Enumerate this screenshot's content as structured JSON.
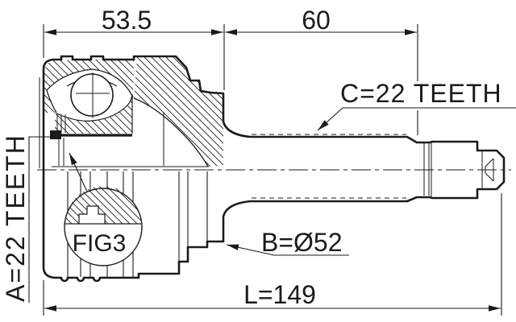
{
  "page": {
    "background": "#ffffff",
    "line_color": "#1b1b1b",
    "description": "Technical line drawing of a CV joint outer race with splined stub shaft"
  },
  "drawing": {
    "dimensions": {
      "joint_width": "53.5",
      "shaft_section_length": "60",
      "overall_length": "L=149",
      "body_diameter": "B=Ø52"
    },
    "labels": {
      "outer_spline": "C=22 TEETH",
      "inner_spline": "A=22 TEETH",
      "detail_callout": "FIG3"
    }
  }
}
